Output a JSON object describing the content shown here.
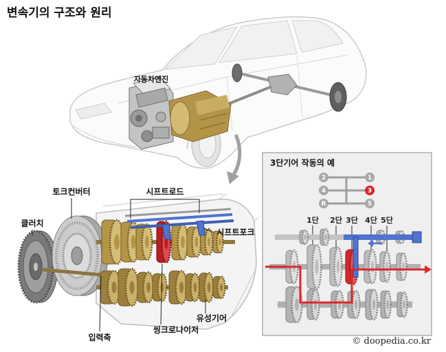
{
  "title": "변속기의 구조와 원리",
  "labels": {
    "engine": "자동차엔진",
    "torque_converter": "토크컨버터",
    "shift_rod": "시프트로드",
    "clutch": "클러치",
    "shift_fork": "시프트포크",
    "input_shaft": "입력축",
    "synchronizer": "씽크로나이저",
    "planetary_gear": "유성기어"
  },
  "inset": {
    "title": "3단기어 작동의 예",
    "shift_pattern": [
      {
        "label": "2",
        "selected": false
      },
      {
        "label": "1",
        "selected": false
      },
      {
        "label": "4",
        "selected": false
      },
      {
        "label": "3",
        "selected": true
      },
      {
        "label": "R",
        "selected": false
      },
      {
        "label": "5",
        "selected": false
      }
    ],
    "gears": [
      "1단",
      "2단",
      "3단",
      "4단",
      "5단"
    ]
  },
  "credit": "© doopedia.co.kr",
  "colors": {
    "selected": "#d9262b",
    "power_path": "#e0262b",
    "active_shaft": "#4f73cf",
    "gear_gold": "#b49548",
    "gear_gray": "#bdbdbd"
  }
}
